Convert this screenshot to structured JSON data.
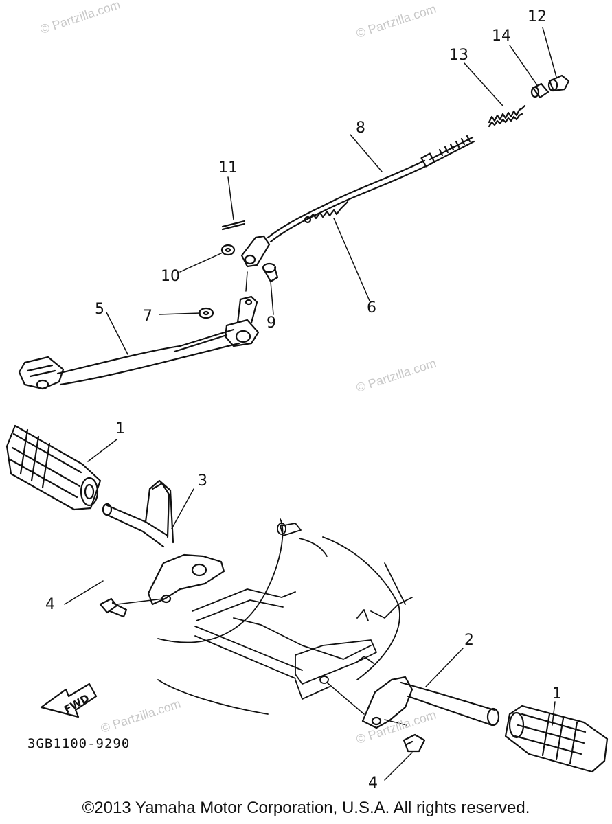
{
  "watermark_text": "© Partzilla.com",
  "callouts": [
    {
      "id": "12",
      "label": "12"
    },
    {
      "id": "14",
      "label": "14"
    },
    {
      "id": "13",
      "label": "13"
    },
    {
      "id": "8",
      "label": "8"
    },
    {
      "id": "11",
      "label": "11"
    },
    {
      "id": "10",
      "label": "10"
    },
    {
      "id": "9",
      "label": "9"
    },
    {
      "id": "6",
      "label": "6"
    },
    {
      "id": "5",
      "label": "5"
    },
    {
      "id": "7",
      "label": "7"
    },
    {
      "id": "1a",
      "label": "1"
    },
    {
      "id": "3",
      "label": "3"
    },
    {
      "id": "4a",
      "label": "4"
    },
    {
      "id": "2",
      "label": "2"
    },
    {
      "id": "1b",
      "label": "1"
    },
    {
      "id": "4b",
      "label": "4"
    }
  ],
  "fwd_label": "FWD",
  "diagram_code": "3GB1100-9290",
  "copyright": "©2013 Yamaha Motor Corporation, U.S.A. All rights reserved."
}
